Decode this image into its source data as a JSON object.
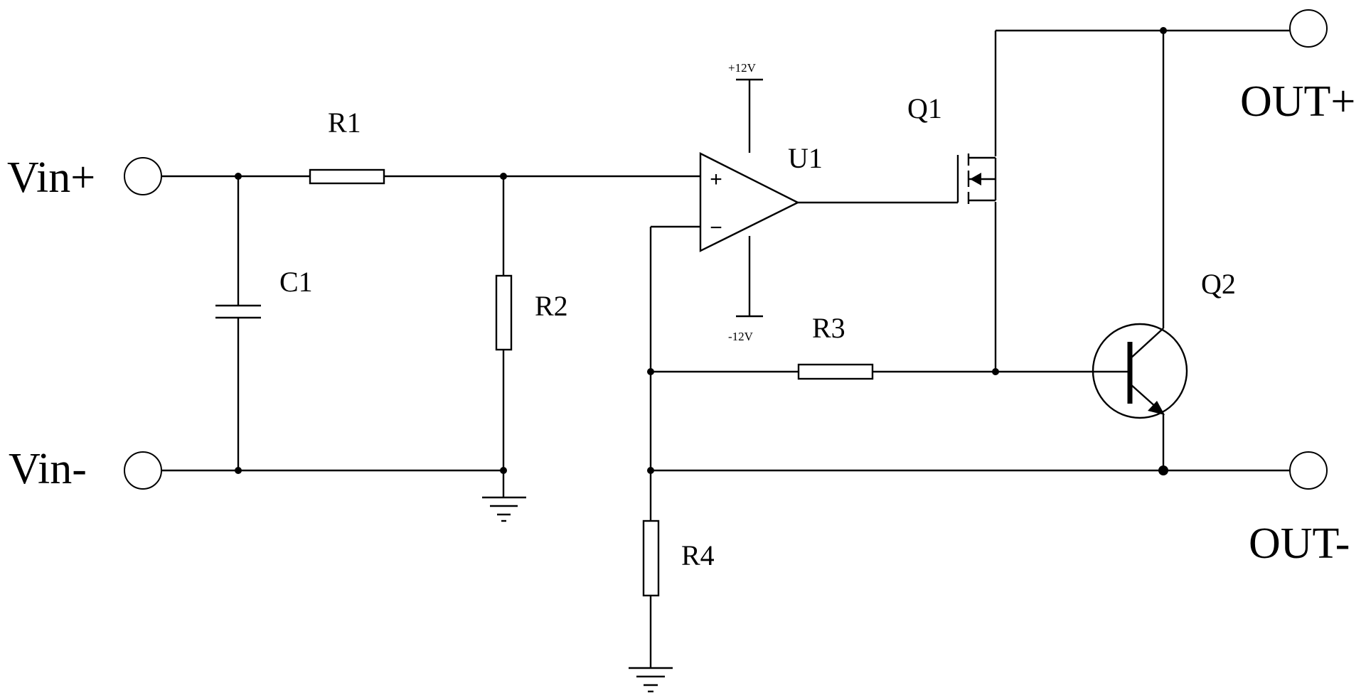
{
  "terminals": {
    "vin_plus": "Vin+",
    "vin_minus": "Vin-",
    "out_plus": "OUT+",
    "out_minus": "OUT-"
  },
  "components": {
    "r1": "R1",
    "r2": "R2",
    "r3": "R3",
    "r4": "R4",
    "c1": "C1",
    "u1": "U1",
    "q1": "Q1",
    "q2": "Q2"
  },
  "opamp": {
    "plus_sign": "+",
    "minus_sign": "−"
  },
  "supply": {
    "positive": "+12V",
    "negative": "-12V"
  }
}
